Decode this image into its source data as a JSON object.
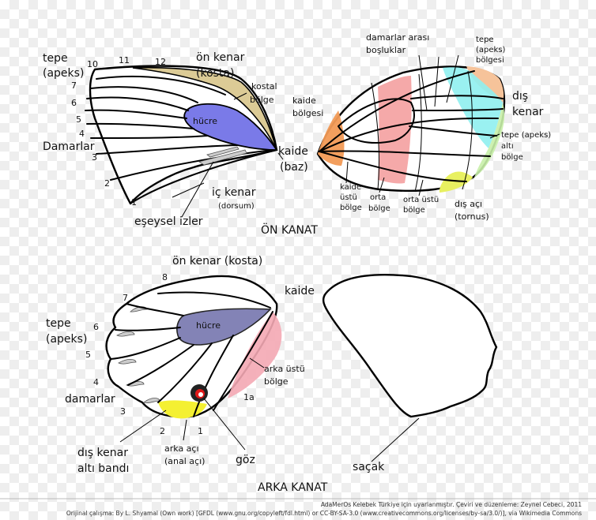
{
  "forewing_left": {
    "tepe": "tepe",
    "apeks": "(apeks)",
    "n10": "10",
    "n11": "11",
    "n12": "12",
    "n7": "7",
    "n6": "6",
    "n5": "5",
    "n4": "4",
    "n3": "3",
    "n2": "2",
    "n1": "1",
    "on_kenar": "ön kenar",
    "kosta": "(kosta)",
    "kostal": "kostal",
    "bolge": "bölge",
    "hucre": "hücre",
    "damarlar": "Damarlar",
    "kaide": "kaide",
    "baz": "(baz)",
    "ic_kenar": "iç kenar",
    "dorsum": "(dorsum)",
    "esesel": "eşeysel izler"
  },
  "forewing_right": {
    "damarlar_arasi": "damarlar arası",
    "bosluklar": "boşluklar",
    "tepe": "tepe",
    "apeks": "(apeks)",
    "bolgesi": "bölgesi",
    "kaide": "kaide",
    "kaide_bolgesi": "bölgesi",
    "dis": "dış",
    "kenar": "kenar",
    "tepe_apeks": "tepe (apeks)",
    "alti": "altı",
    "bolge": "bölge",
    "kaide_ustu_1": "kaide",
    "kaide_ustu_2": "üstü",
    "kaide_ustu_3": "bölge",
    "orta_1": "orta",
    "orta_2": "bölge",
    "orta_ustu_1": "orta üstü",
    "orta_ustu_2": "bölge",
    "dis_aci": "dış açı",
    "tornus": "(tornus)"
  },
  "titles": {
    "on_kanat": "ÖN KANAT",
    "arka_kanat": "ARKA KANAT"
  },
  "hindwing": {
    "on_kenar_kosta": "ön kenar (kosta)",
    "kaide": "kaide",
    "n8": "8",
    "n7": "7",
    "n6": "6",
    "n5": "5",
    "n4": "4",
    "n3": "3",
    "n2": "2",
    "n1": "1",
    "n1a": "1a",
    "tepe": "tepe",
    "apeks": "(apeks)",
    "hucre": "hücre",
    "arka_ustu": "arka üstü",
    "bolge": "bölge",
    "damarlar": "damarlar",
    "dis_kenar": "dış kenar",
    "alti_bandi": "altı bandı",
    "arka_aci": "arka açı",
    "anal_aci": "(anal açı)",
    "goz": "göz",
    "sacak": "saçak"
  },
  "footer": {
    "line1": "AdaMerOs Kelebek Türkiye için uyarlanmıştır. Çeviri ve düzenleme: Zeynel Cebeci, 2011",
    "line2": "Orijinal çalışma: By L. Shyamal (Own work) [GFDL (www.gnu.org/copyleft/fdl.html) or CC-BY-SA-3.0 (www.creativecommons.org/licenses/by-sa/3.0/)], via Wikimedia Commons"
  },
  "colors": {
    "costal": "#dccb96",
    "cell": "#7a7ae8",
    "hind_cell": "#6e6eaa",
    "basal": "#f29a55",
    "postbasal": "#f4a0a0",
    "median": "#f6a8b0",
    "apex_orange": "#f6c39a",
    "apex_cyan": "#8ff0f0",
    "outer_green": "#c8f0a8",
    "tornus": "#e8f060",
    "yellow": "#f4f032",
    "hind_pink": "#f4a8b4"
  }
}
